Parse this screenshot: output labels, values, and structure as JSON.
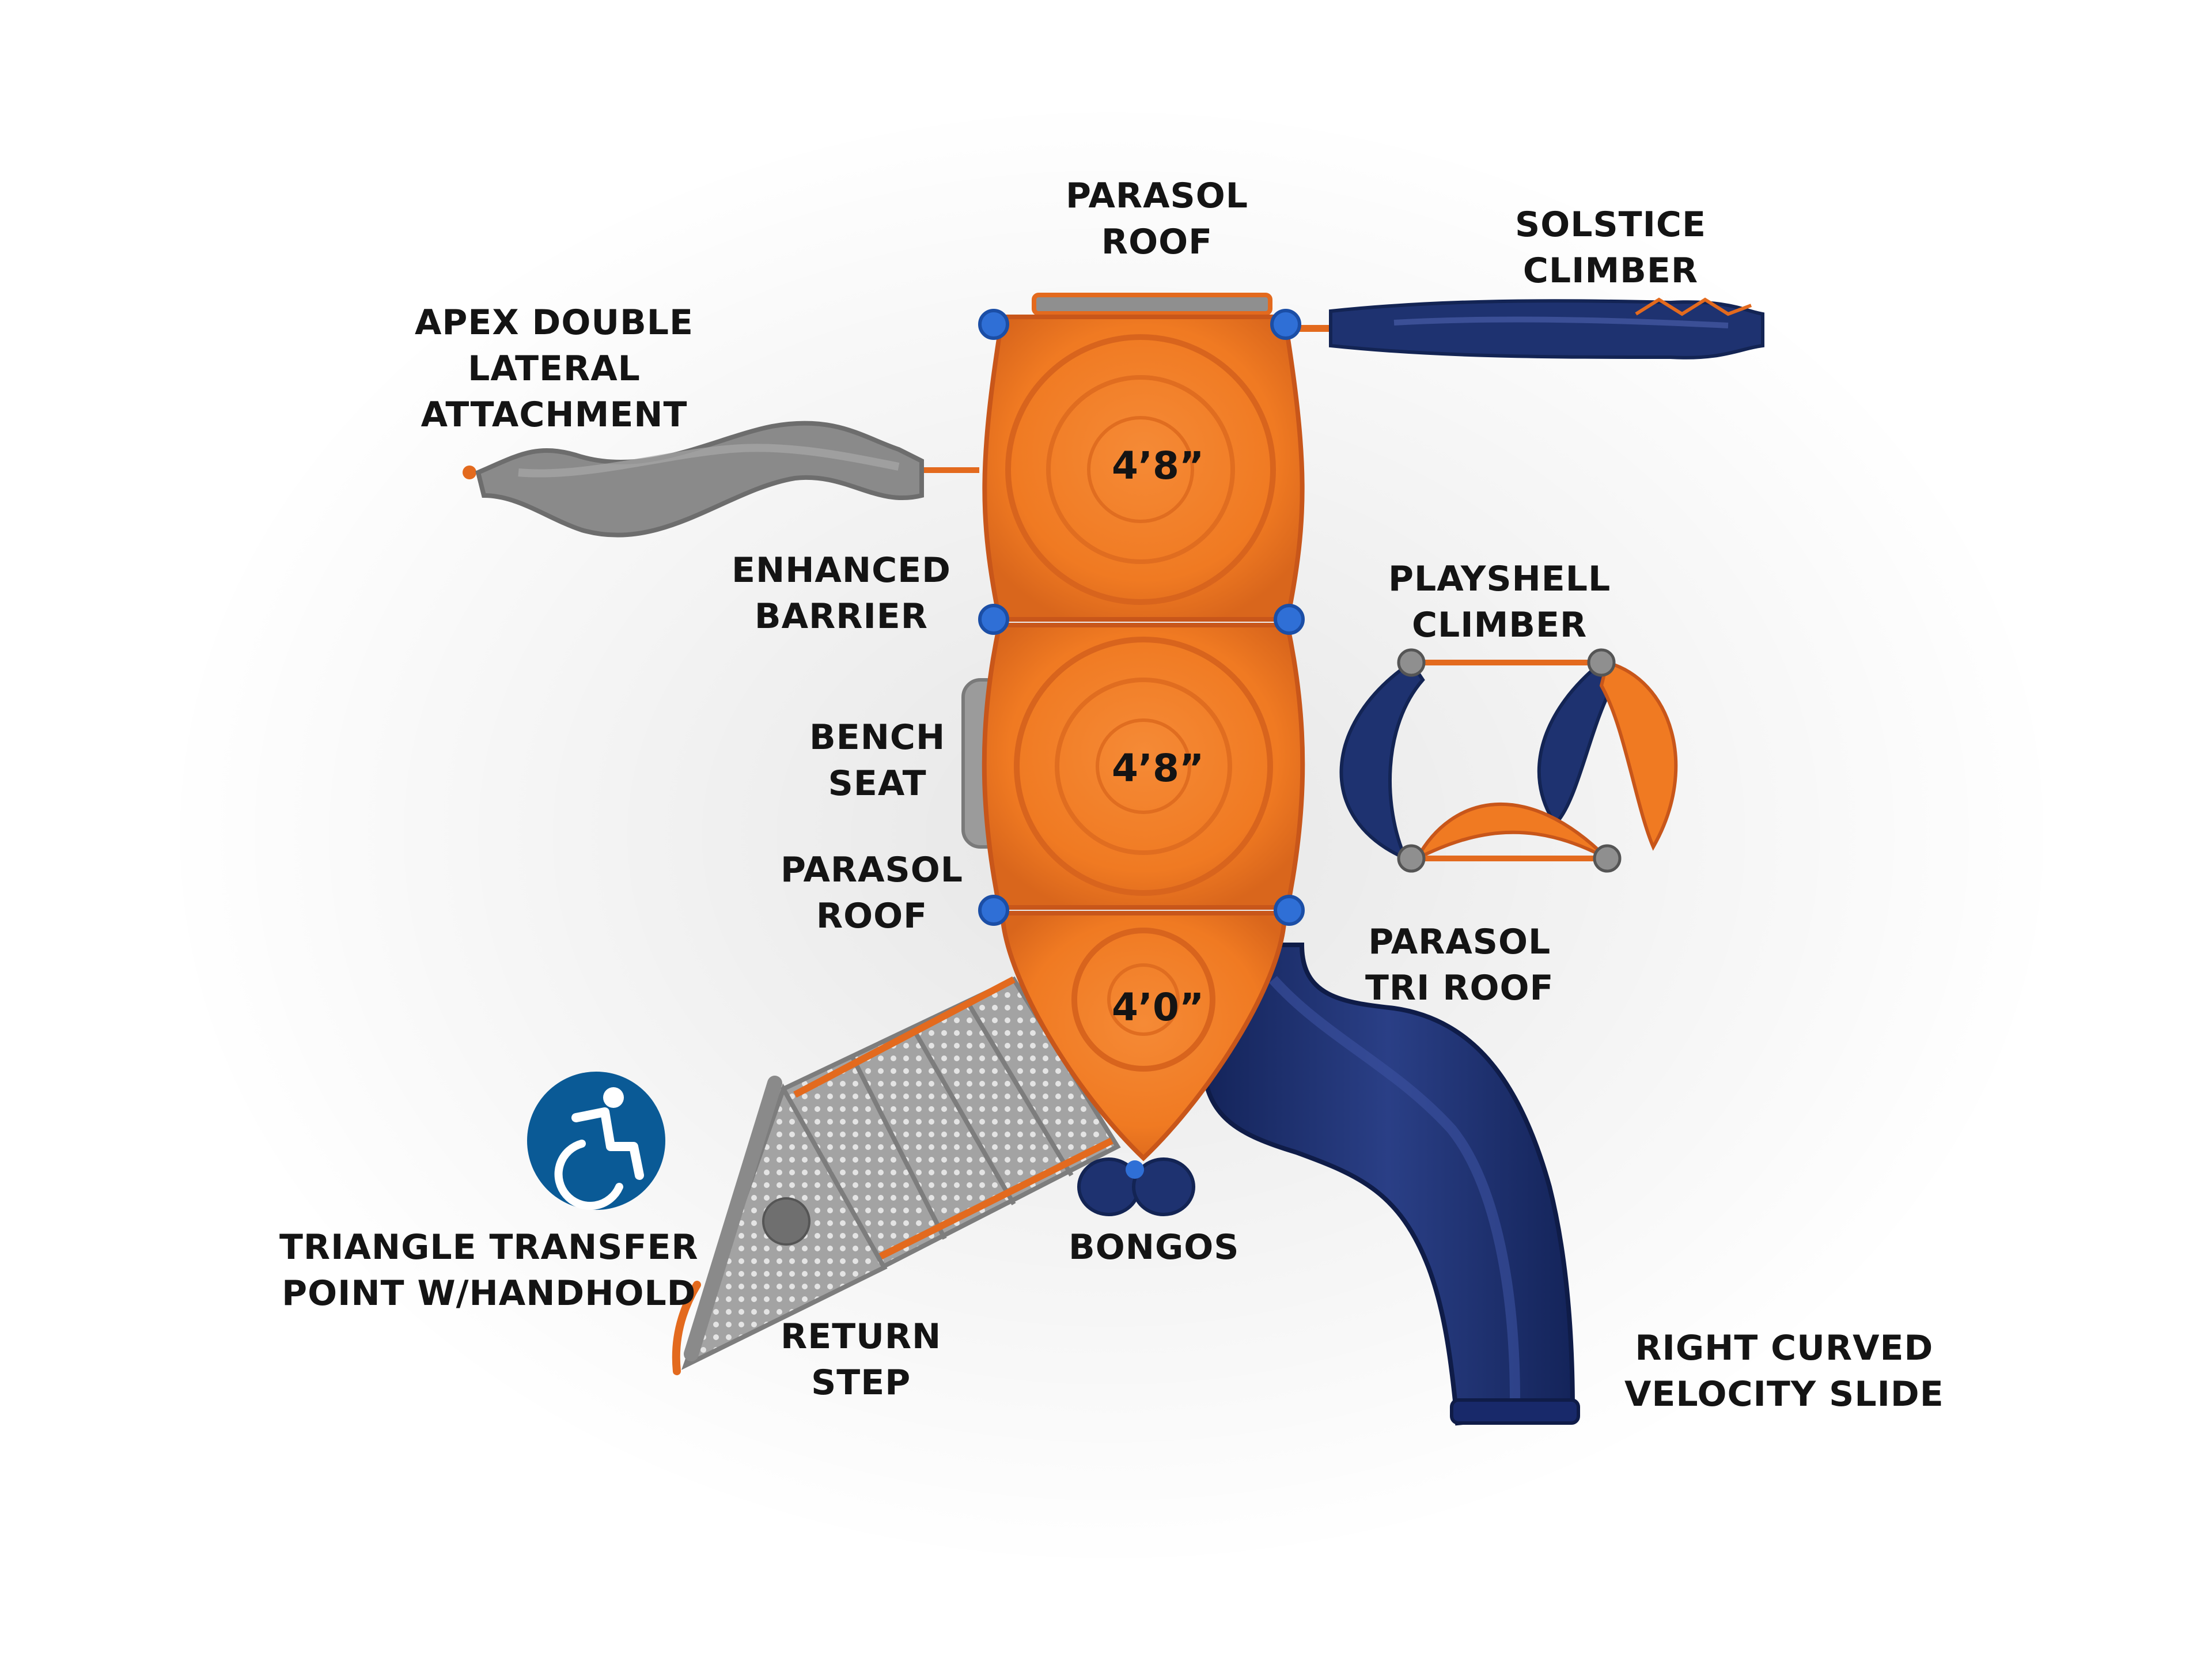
{
  "colors": {
    "orange": "#f07a22",
    "orange_dark": "#c8561a",
    "navy": "#1e3270",
    "gray": "#8f8f8f",
    "blue_cap": "#2f6fd6",
    "accessible_badge": "#0a5a96"
  },
  "labels": {
    "parasol_roof_top": [
      "PARASOL",
      "ROOF"
    ],
    "solstice_climber": [
      "SOLSTICE",
      "CLIMBER"
    ],
    "apex_double_lateral": [
      "APEX DOUBLE",
      "LATERAL",
      "ATTACHMENT"
    ],
    "enhanced_barrier": [
      "ENHANCED",
      "BARRIER"
    ],
    "playshell_climber": [
      "PLAYSHELL",
      "CLIMBER"
    ],
    "bench_seat": [
      "BENCH",
      "SEAT"
    ],
    "parasol_roof_mid": [
      "PARASOL",
      "ROOF"
    ],
    "parasol_tri_roof": [
      "PARASOL",
      "TRI ROOF"
    ],
    "triangle_transfer": [
      "TRIANGLE TRANSFER",
      "POINT W/HANDHOLD"
    ],
    "bongos": [
      "BONGOS"
    ],
    "return_step": [
      "RETURN",
      "STEP"
    ],
    "right_curved_slide": [
      "RIGHT CURVED",
      "VELOCITY SLIDE"
    ]
  },
  "deck_heights": [
    "4’8”",
    "4’8”",
    "4’0”"
  ],
  "icons": {
    "accessibility": "accessible-wheelchair-icon"
  }
}
